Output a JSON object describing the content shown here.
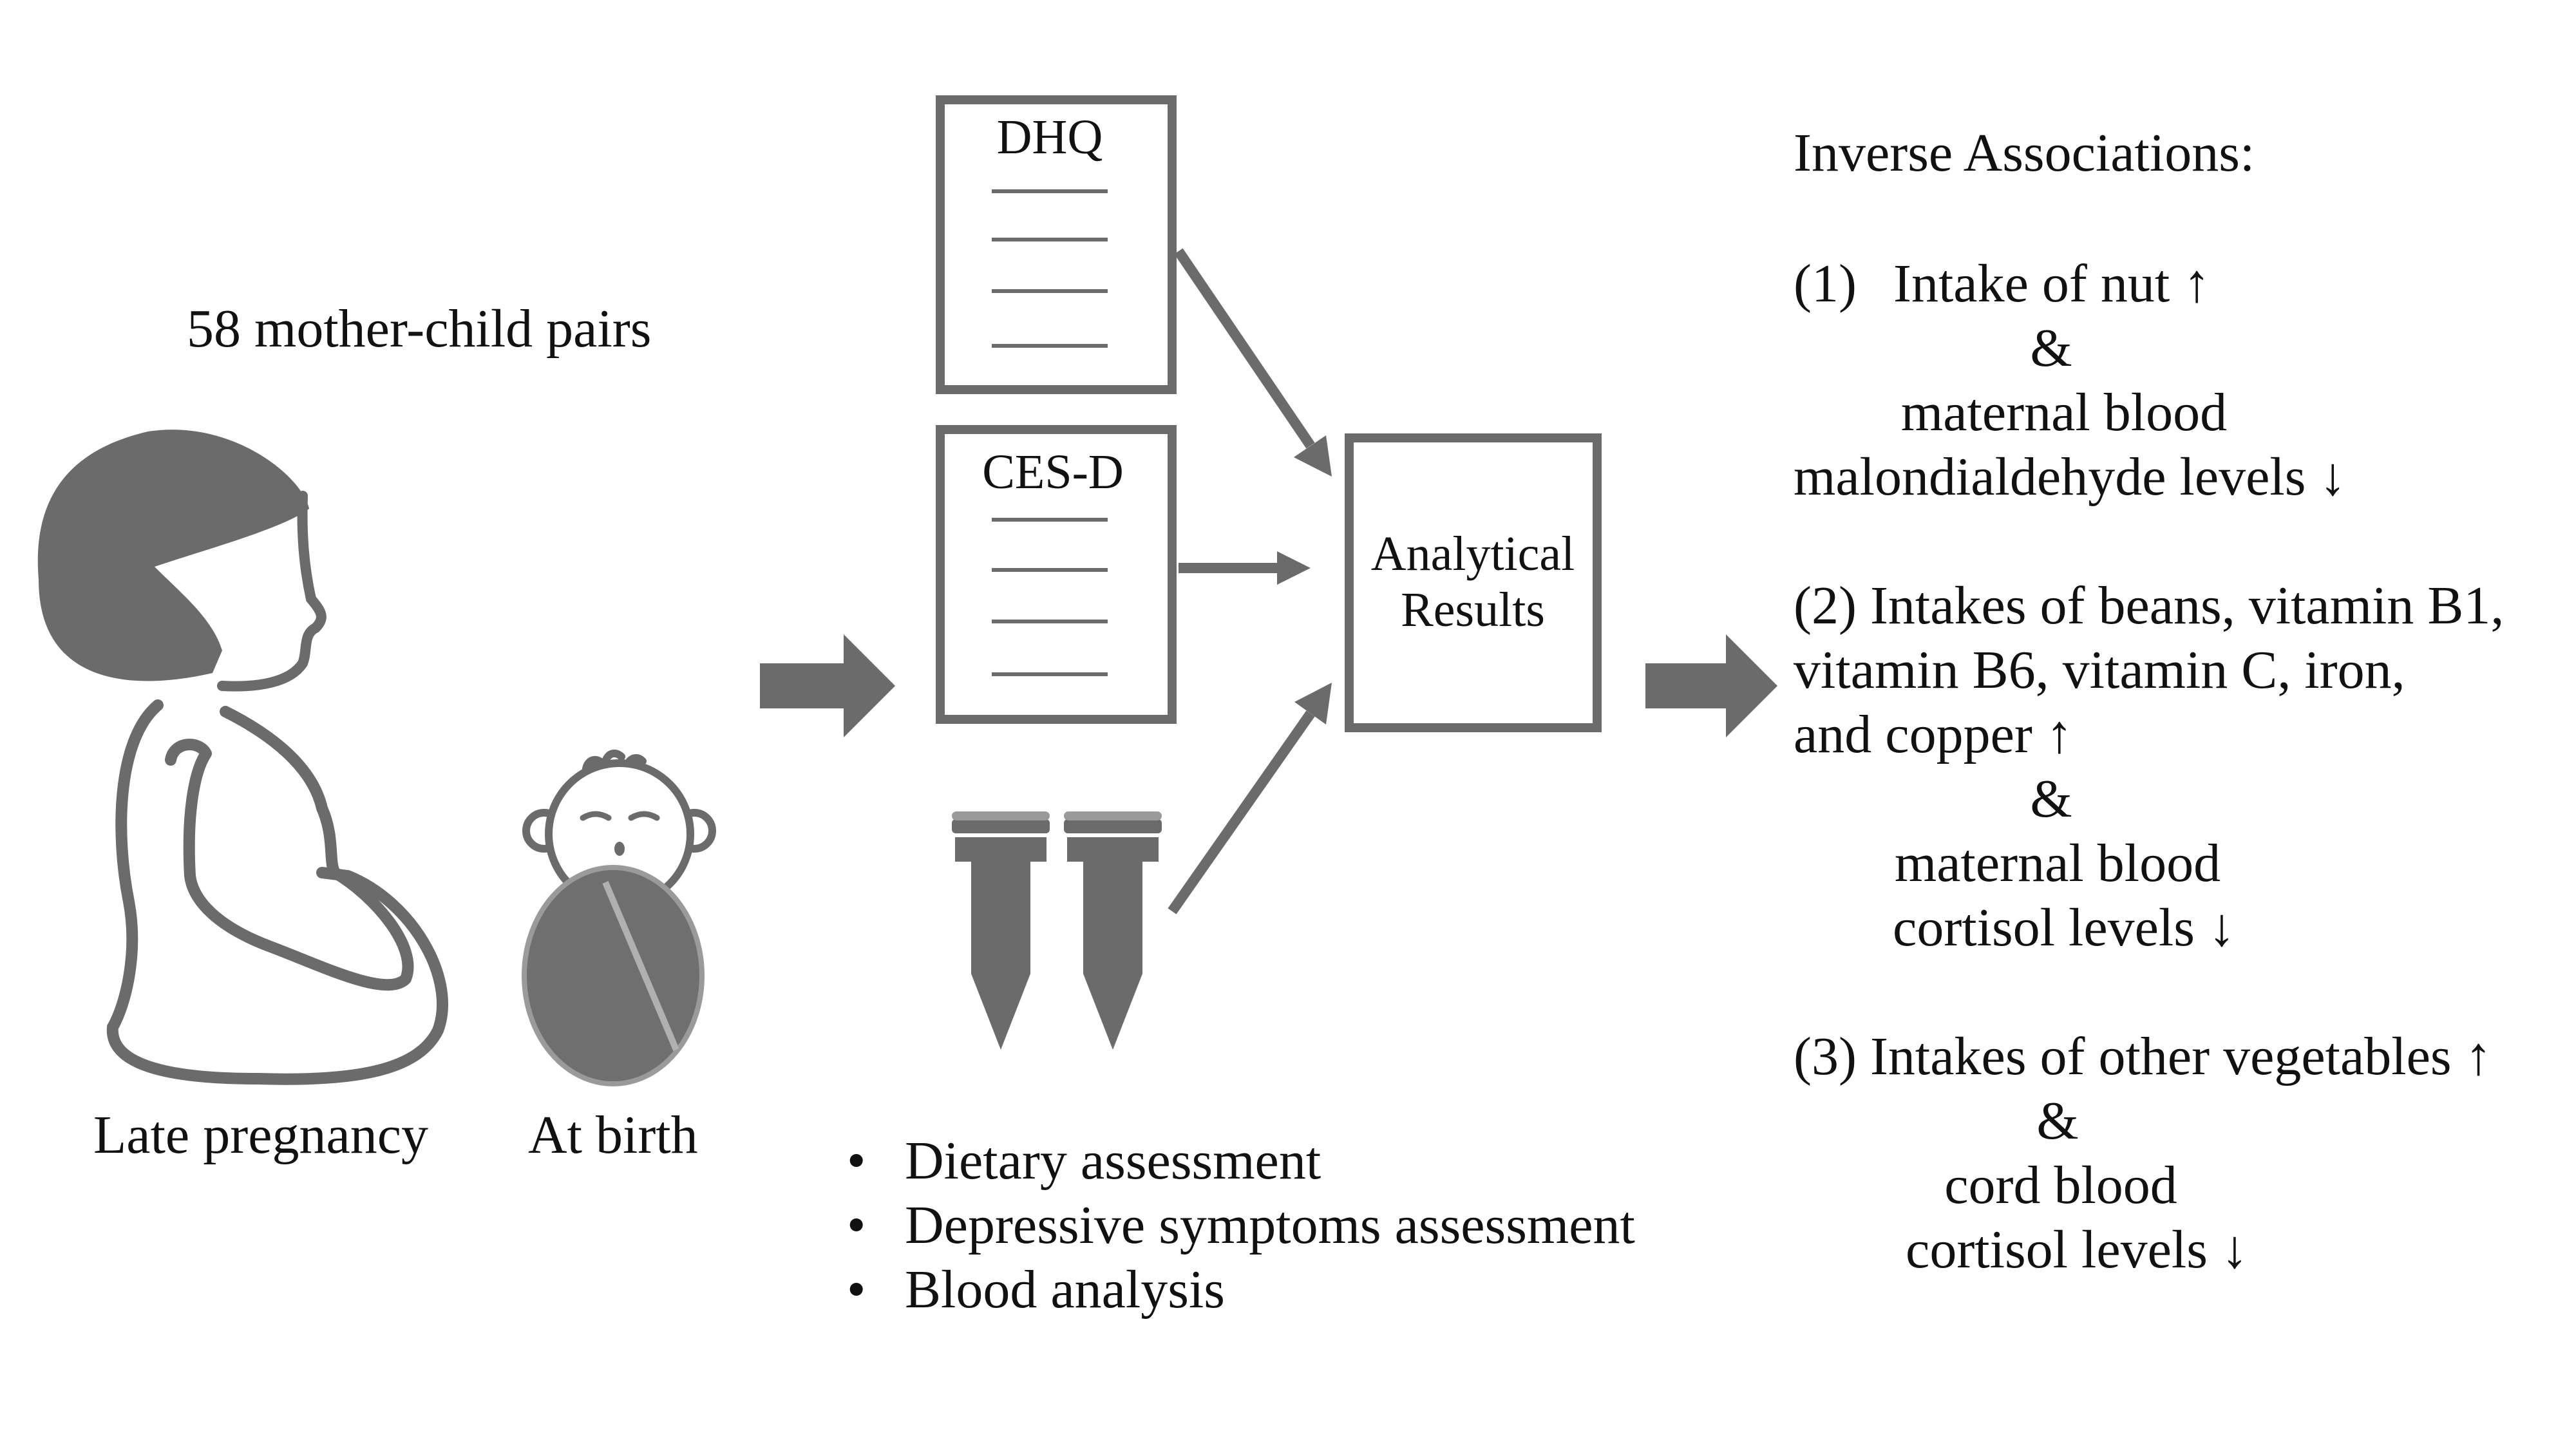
{
  "colors": {
    "stroke": "#6b6b6b",
    "fill_dark": "#6b6b6b",
    "fill_baby": "#6f6f6f",
    "text": "#111111",
    "background": "#ffffff"
  },
  "left": {
    "title": "58 mother-child pairs",
    "mother_label": "Late pregnancy",
    "baby_label": "At birth"
  },
  "middle": {
    "doc1_title": "DHQ",
    "doc2_title": "CES-D",
    "bullets": [
      "Dietary assessment",
      "Depressive symptoms assessment",
      "Blood analysis"
    ],
    "bullet_symbol": "•"
  },
  "results_box": {
    "line1": "Analytical",
    "line2": "Results"
  },
  "right": {
    "heading": "Inverse Associations:",
    "item1": {
      "number": "(1)",
      "line1": "Intake of nut ↑",
      "amp": "&",
      "line2": "maternal blood",
      "line3": "malondialdehyde levels ↓"
    },
    "item2": {
      "line1": "(2) Intakes of beans, vitamin B1,",
      "line2": "vitamin B6, vitamin C, iron,",
      "line3": "and copper ↑",
      "amp": "&",
      "line4": "maternal blood",
      "line5": "cortisol levels ↓"
    },
    "item3": {
      "line1": "(3) Intakes of other vegetables ↑",
      "amp": "&",
      "line2": "cord blood",
      "line3": "cortisol levels ↓"
    }
  }
}
